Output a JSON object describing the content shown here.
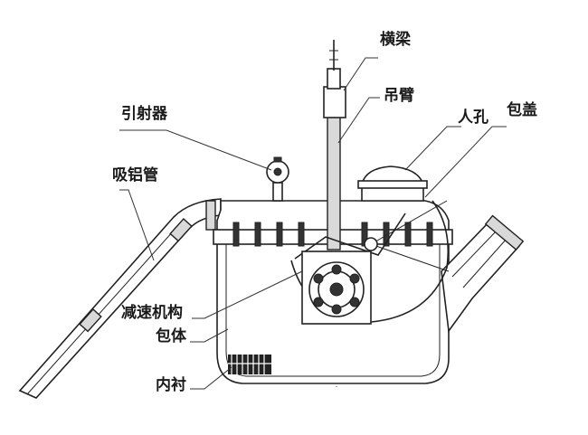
{
  "labels": {
    "crossbeam": "横梁",
    "boom": "吊臂",
    "ejector": "引射器",
    "manhole": "人孔",
    "cover": "包盖",
    "suction_pipe": "吸铝管",
    "reducer": "减速机构",
    "body": "包体",
    "lining": "内衬"
  }
}
